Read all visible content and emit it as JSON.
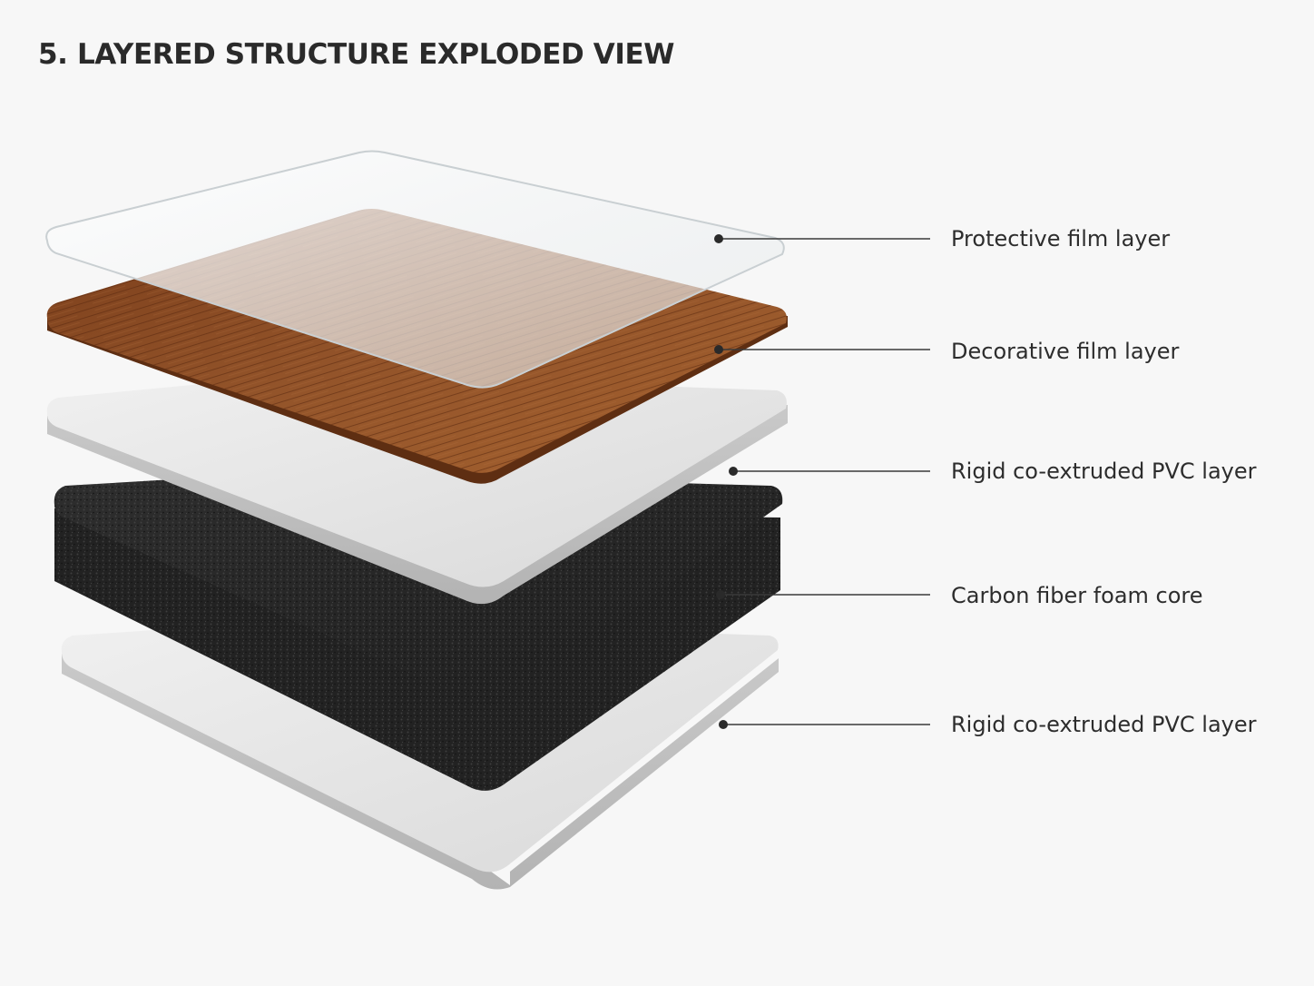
{
  "title": "5. LAYERED STRUCTURE EXPLODED VIEW",
  "layers": [
    {
      "label": "Protective film layer",
      "color": "#e8ecee"
    },
    {
      "label": "Decorative film layer",
      "color": "#8a4a22"
    },
    {
      "label": "Rigid co-extruded PVC layer",
      "color": "#e2e2e2"
    },
    {
      "label": "Carbon fiber foam core",
      "color": "#2a2a2a"
    },
    {
      "label": "Rigid co-extruded PVC layer",
      "color": "#e2e2e2"
    }
  ]
}
